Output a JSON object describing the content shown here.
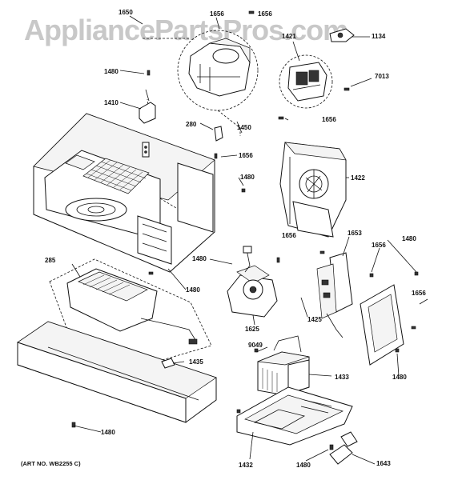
{
  "watermark": "AppliancePartsPros.com",
  "art_number": "(ART NO. WB2255 C)",
  "callouts": [
    {
      "id": "c1650",
      "text": "1650"
    },
    {
      "id": "c1656a",
      "text": "1656"
    },
    {
      "id": "c1656b",
      "text": "1656"
    },
    {
      "id": "c1421",
      "text": "1421"
    },
    {
      "id": "c1134",
      "text": "1134"
    },
    {
      "id": "c1480a",
      "text": "1480"
    },
    {
      "id": "c7013",
      "text": "7013"
    },
    {
      "id": "c1410",
      "text": "1410"
    },
    {
      "id": "c280",
      "text": "280"
    },
    {
      "id": "c1450",
      "text": "1450"
    },
    {
      "id": "c1656c",
      "text": "1656"
    },
    {
      "id": "c1656d",
      "text": "1656"
    },
    {
      "id": "c1480b",
      "text": "1480"
    },
    {
      "id": "c1422",
      "text": "1422"
    },
    {
      "id": "c1656e",
      "text": "1656"
    },
    {
      "id": "c1653",
      "text": "1653"
    },
    {
      "id": "c1656f",
      "text": "1656"
    },
    {
      "id": "c1480c",
      "text": "1480"
    },
    {
      "id": "c285",
      "text": "285"
    },
    {
      "id": "c1480d",
      "text": "1480"
    },
    {
      "id": "c1480e",
      "text": "1480"
    },
    {
      "id": "c1656g",
      "text": "1656"
    },
    {
      "id": "c1425",
      "text": "1425"
    },
    {
      "id": "c1625",
      "text": "1625"
    },
    {
      "id": "c9049",
      "text": "9049"
    },
    {
      "id": "c1435",
      "text": "1435"
    },
    {
      "id": "c1433",
      "text": "1433"
    },
    {
      "id": "c1480f",
      "text": "1480"
    },
    {
      "id": "c1480g",
      "text": "1480"
    },
    {
      "id": "c1432",
      "text": "1432"
    },
    {
      "id": "c1480h",
      "text": "1480"
    },
    {
      "id": "c1643",
      "text": "1643"
    }
  ]
}
